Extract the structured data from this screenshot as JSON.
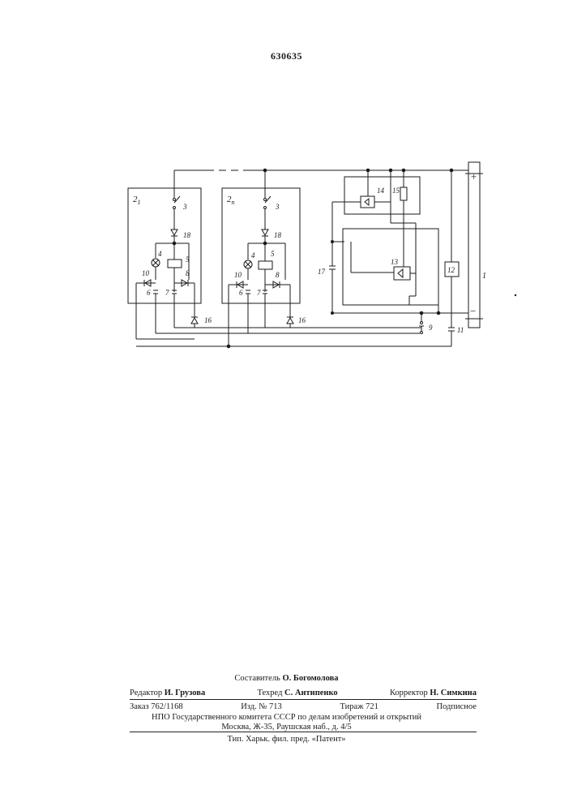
{
  "header": {
    "patent_number": "630635"
  },
  "schematic": {
    "labels": {
      "block_first": "2",
      "block_first_sub": "1",
      "block_n": "2",
      "block_n_sub": "n",
      "switch": "3",
      "lamp": "4",
      "relay": "5",
      "contact_6": "6",
      "contact_7": "7",
      "diode_8": "8",
      "button": "9",
      "diode_10": "10",
      "contact_11": "11",
      "unit_12": "12",
      "amp_13": "13",
      "amp_14": "14",
      "resistor": "15",
      "diode_16": "16",
      "capacitor": "17",
      "diode_18": "18",
      "power_source": "1",
      "plus": "+",
      "minus": "−"
    }
  },
  "footer": {
    "compiler_role": "Составитель",
    "compiler_name": "О. Богомолова",
    "editor_role": "Редактор",
    "editor_name": "И. Грузова",
    "techred_role": "Техред",
    "techred_name": "С. Антипенко",
    "corrector_role": "Корректор",
    "corrector_name": "Н. Симкина",
    "order": "Заказ 762/1168",
    "edition": "Изд. № 713",
    "circulation": "Тираж 721",
    "subscription": "Подписное",
    "organization": "НПО Государственного комитета СССР по делам изобретений и открытий",
    "address": "Москва, Ж-35, Раушская наб., д. 4/5",
    "printer": "Тип. Харьк. фил. пред. «Патент»"
  }
}
